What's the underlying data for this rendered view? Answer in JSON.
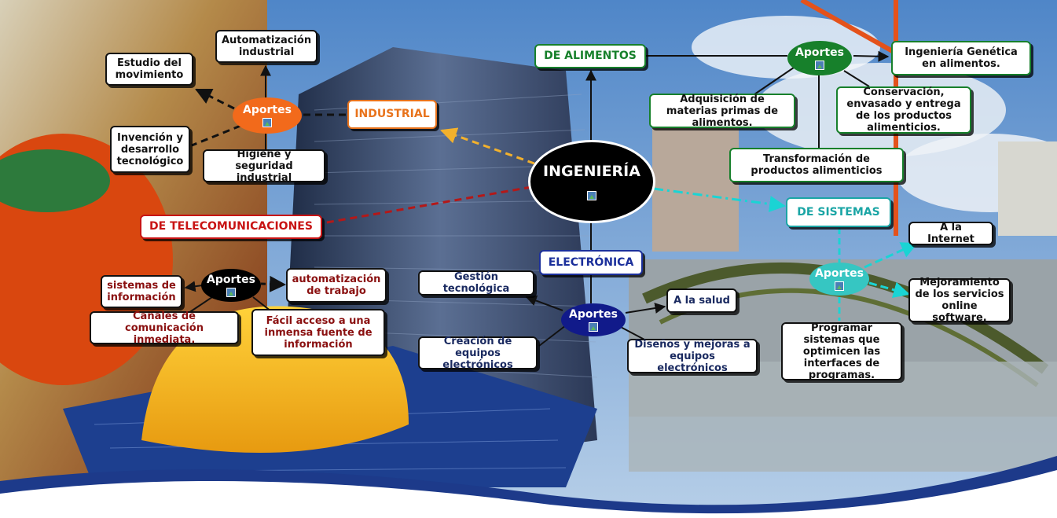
{
  "center": {
    "label": "INGENIERÍA"
  },
  "aportes_label": "Aportes",
  "industrial": {
    "title": "INDUSTRIAL",
    "items": [
      "Automatización industrial",
      "Estudio del movimiento",
      "Invención y desarrollo tecnológico",
      "Higiene y seguridad industrial"
    ]
  },
  "telecom": {
    "title": "DE TELECOMUNICACIONES",
    "items": [
      "sistemas de información",
      "automatización de trabajo",
      "Canales de comunicación inmediata.",
      "Fácil acceso a una inmensa fuente de información"
    ]
  },
  "alimentos": {
    "title": "DE ALIMENTOS",
    "items": [
      "Ingeniería Genética en alimentos.",
      "Adquisición de materias primas de alimentos.",
      "Conservación, envasado y entrega de los productos alimenticios.",
      "Transformación de productos alimenticios"
    ]
  },
  "electronica": {
    "title": "ELECTRÓNICA",
    "items": [
      "Gestión tecnológica",
      "A la salud",
      "Creación de equipos electrónicos",
      "Diseños y mejoras a equipos electrónicos"
    ]
  },
  "sistemas": {
    "title": "DE SISTEMAS",
    "items": [
      "A la Internet",
      "Mejoramiento de los servicios online software.",
      "Programar sistemas que optimicen las interfaces de programas."
    ]
  },
  "colors": {
    "industrial": "#e8731c",
    "telecom": "#c81414",
    "alimentos": "#17802b",
    "electronica": "#1b2f9b",
    "sistemas": "#1aa5a5",
    "wave": "#1d3a8a"
  }
}
